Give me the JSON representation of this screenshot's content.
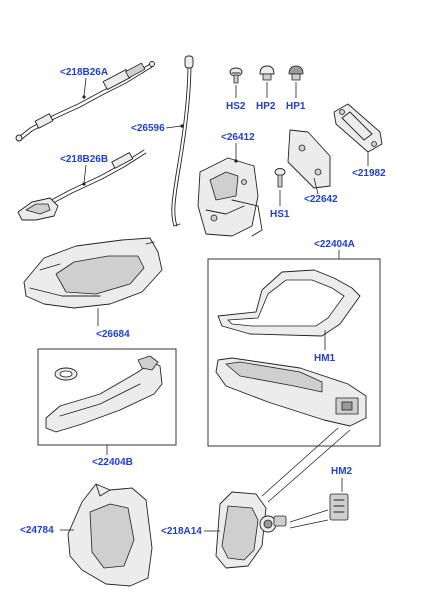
{
  "labels": {
    "cable_top": "<218B26A",
    "cable_bottom": "<218B26B",
    "rod": "<26596",
    "hs2": "HS2",
    "hp2": "HP2",
    "hp1": "HP1",
    "latch": "<26412",
    "striker": "<21982",
    "plate": "<22642",
    "hs1": "HS1",
    "housing": "<26684",
    "kit_a": "<22404A",
    "hm1": "HM1",
    "kit_b": "<22404B",
    "hm2": "HM2",
    "bracket": "<24784",
    "lock": "<218A14"
  }
}
